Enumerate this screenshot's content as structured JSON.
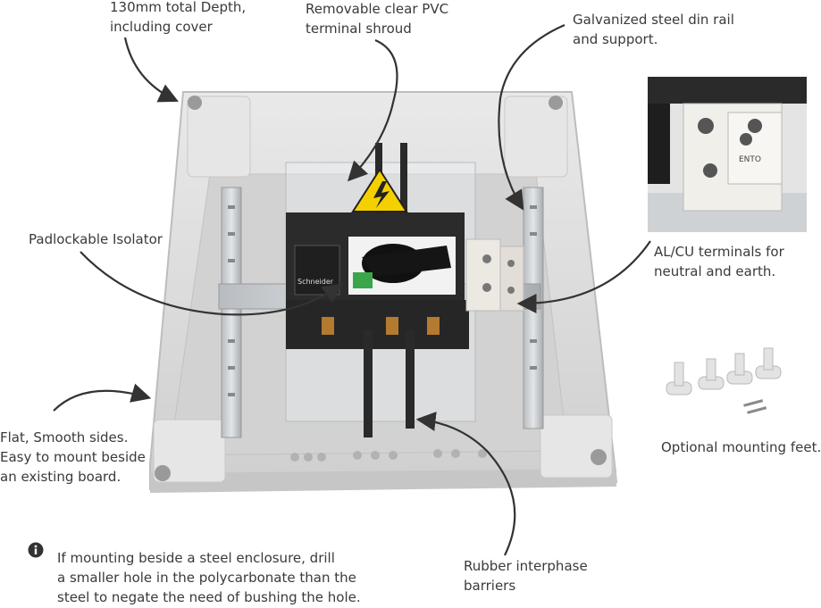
{
  "labels": {
    "depth": [
      "130mm total Depth,",
      "including cover"
    ],
    "shroud": [
      "Removable clear PVC",
      "terminal shroud"
    ],
    "din_rail": [
      "Galvanized steel din rail",
      "and support."
    ],
    "isolator": [
      "Padlockable Isolator"
    ],
    "terminals": [
      "AL/CU terminals for",
      "neutral and earth."
    ],
    "sides": [
      "Flat, Smooth sides.",
      "Easy to mount beside",
      "an existing board."
    ],
    "feet": [
      "Optional mounting feet."
    ],
    "barriers": [
      "Rubber interphase",
      "barriers"
    ]
  },
  "note": {
    "icon": "info-icon",
    "lines": [
      "If mounting beside a steel enclosure, drill",
      "a smaller hole in the polycarbonate than the",
      "steel to negate the need of bushing the hole."
    ]
  },
  "isolator_brand": "Schneider",
  "terminal_brand": "ENTO",
  "colors": {
    "enclosure": "#dcdcdc",
    "isolator_body": "#2b2b2b",
    "warning_yellow": "#f5d000",
    "arrow": "#333333"
  }
}
